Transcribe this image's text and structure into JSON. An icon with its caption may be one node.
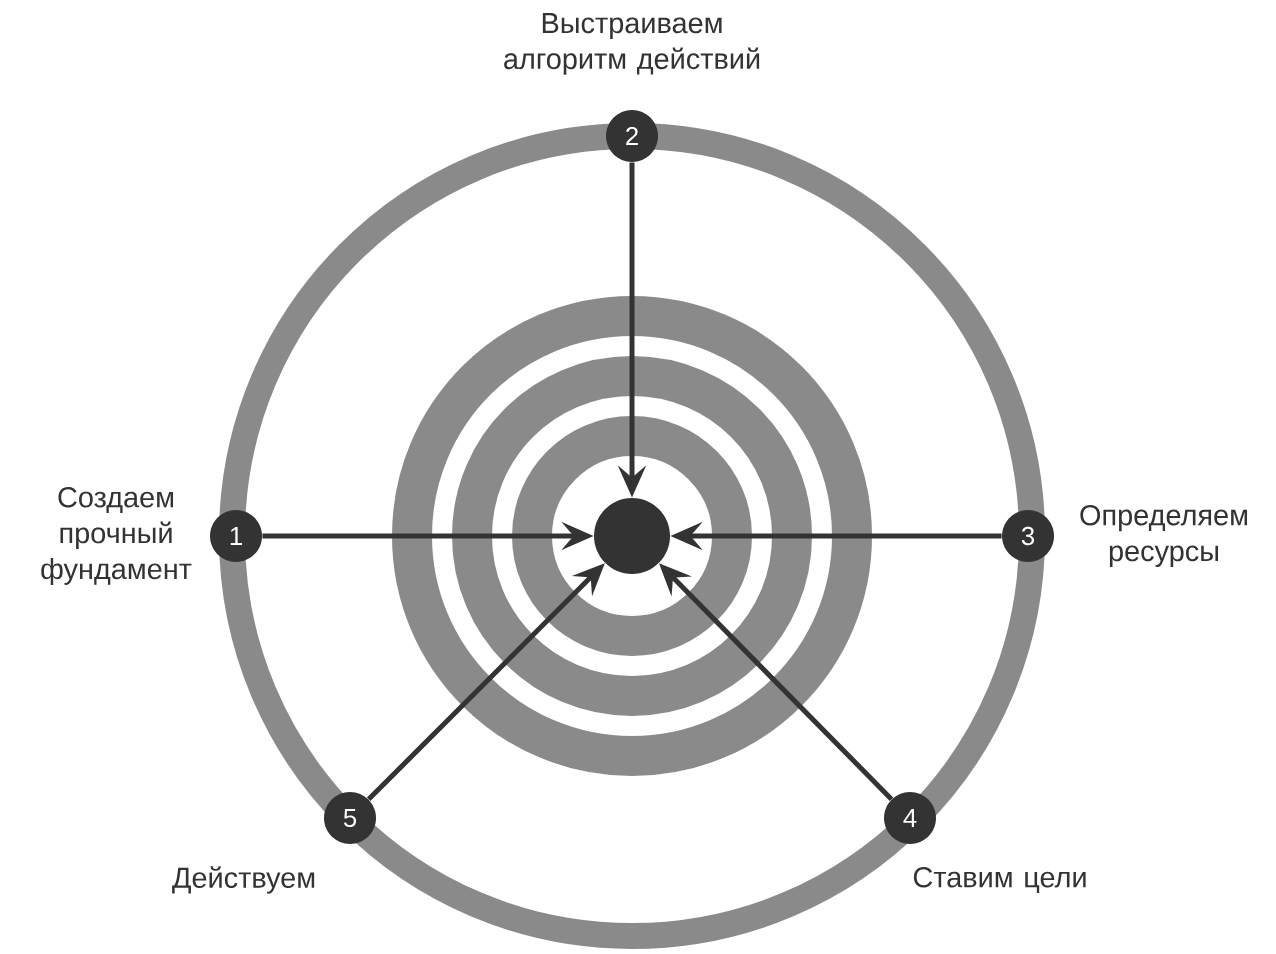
{
  "diagram": {
    "nodes": [
      {
        "text": [
          "1"
        ],
        "beside": [
          "Создаем прочный фундамент"
        ]
      },
      {
        "text": [
          "2"
        ],
        "beside": [
          "Выстраиваем алгоритм действий"
        ]
      },
      {
        "text": [
          "3"
        ],
        "beside": [
          "Определяем ресурсы"
        ]
      },
      {
        "text": [
          "4"
        ],
        "beside": [
          "Ставим цели"
        ]
      },
      {
        "text": [
          "5"
        ],
        "beside": [
          "Действуем"
        ]
      },
      {
        "text": [],
        "shape": "circle"
      }
    ],
    "edges": [
      {
        "from": 0,
        "to": 5,
        "arrow": "to"
      },
      {
        "from": 1,
        "to": 5,
        "arrow": "to"
      },
      {
        "from": 2,
        "to": 5,
        "arrow": "to"
      },
      {
        "from": 3,
        "to": 5,
        "arrow": "to"
      },
      {
        "from": 4,
        "to": 5,
        "arrow": "to"
      }
    ]
  }
}
